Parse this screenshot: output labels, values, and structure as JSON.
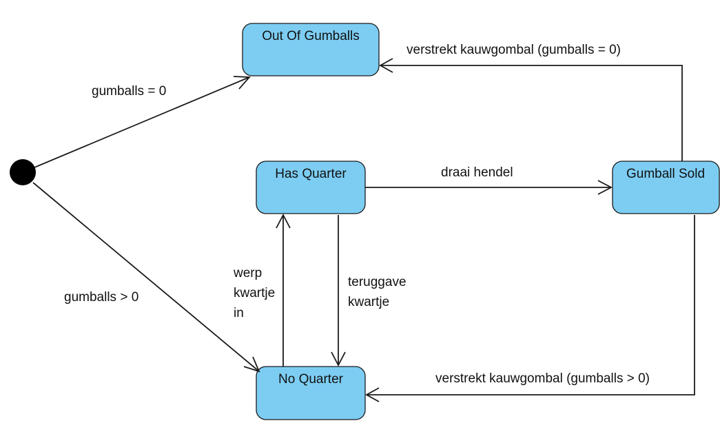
{
  "colors": {
    "state_fill": "#7dcdf3",
    "stroke": "#1a1a1a",
    "initial_node": "#000000"
  },
  "states": {
    "out_of_gumballs": "Out Of Gumballs",
    "has_quarter": "Has Quarter",
    "gumball_sold": "Gumball Sold",
    "no_quarter": "No Quarter"
  },
  "transitions": {
    "initial_to_out": "gumballs = 0",
    "initial_to_no_quarter": "gumballs > 0",
    "sold_to_out": "verstrekt kauwgombal (gumballs = 0)",
    "has_to_sold": "draai hendel",
    "no_to_has": [
      "werp",
      "kwartje",
      "in"
    ],
    "has_to_no": [
      "teruggave",
      "kwartje"
    ],
    "sold_to_no": "verstrekt kauwgombal (gumballs > 0)"
  }
}
